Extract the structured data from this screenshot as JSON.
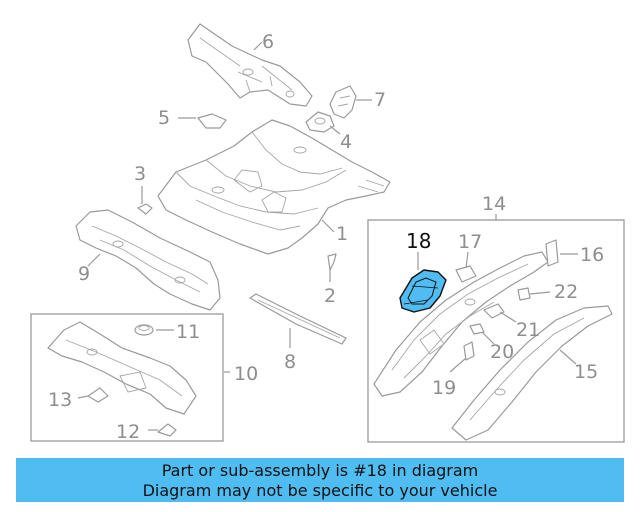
{
  "diagram": {
    "highlight_color": "#4fbcf2",
    "highlight_label": "18",
    "labels": [
      "1",
      "2",
      "3",
      "4",
      "5",
      "6",
      "7",
      "8",
      "9",
      "10",
      "11",
      "12",
      "13",
      "14",
      "15",
      "16",
      "17",
      "19",
      "20",
      "21",
      "22"
    ]
  },
  "footer": {
    "line1": "Part or sub-assembly is #18 in diagram",
    "line2": "Diagram may not be specific to your vehicle",
    "background": "#4fbcf2"
  }
}
